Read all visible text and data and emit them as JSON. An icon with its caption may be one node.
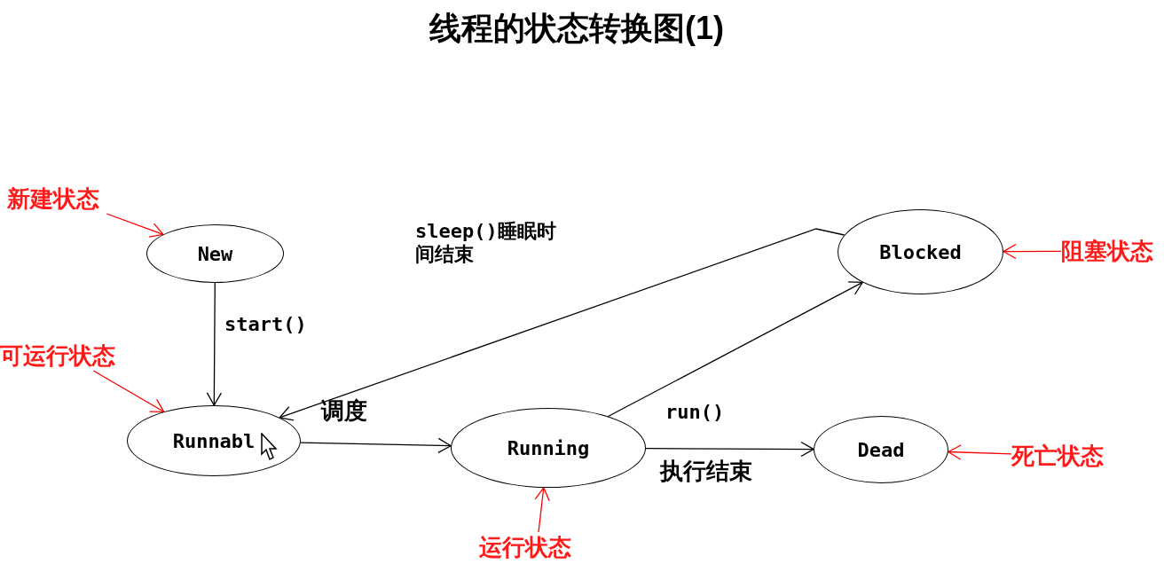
{
  "diagram": {
    "title": "线程的状态转换图(1)",
    "nodes": [
      {
        "text": [
          "New"
        ]
      },
      {
        "text": [
          "Runnabl"
        ]
      },
      {
        "text": [
          "Running"
        ]
      },
      {
        "text": [
          "Blocked"
        ]
      },
      {
        "text": [
          "Dead"
        ]
      },
      {
        "text": [
          "新建状态"
        ]
      },
      {
        "text": [
          "可运行状态"
        ]
      },
      {
        "text": [
          "运行状态"
        ]
      },
      {
        "text": [
          "阻塞状态"
        ]
      },
      {
        "text": [
          "死亡状态"
        ]
      }
    ],
    "edges": [
      {
        "from": 0,
        "to": 1,
        "arrow": "to",
        "label": "start()"
      },
      {
        "from": 1,
        "to": 2,
        "arrow": "to"
      },
      {
        "from": 3,
        "to": 1,
        "arrow": "to",
        "label": "sleep()睡眠时间结束"
      },
      {
        "from": 2,
        "to": 3,
        "arrow": "to"
      },
      {
        "from": 2,
        "to": 4,
        "arrow": "to",
        "label": "run()"
      },
      {
        "from": 5,
        "to": 0,
        "arrow": "to",
        "color": "#ff0000"
      },
      {
        "from": 6,
        "to": 1,
        "arrow": "to",
        "color": "#ff0000"
      },
      {
        "from": 7,
        "to": 2,
        "arrow": "to",
        "color": "#ff0000"
      },
      {
        "from": 8,
        "to": 3,
        "arrow": "to",
        "color": "#ff0000"
      },
      {
        "from": 9,
        "to": 4,
        "arrow": "to",
        "color": "#ff0000"
      }
    ],
    "labels": [
      "调度",
      "执行结束"
    ]
  }
}
